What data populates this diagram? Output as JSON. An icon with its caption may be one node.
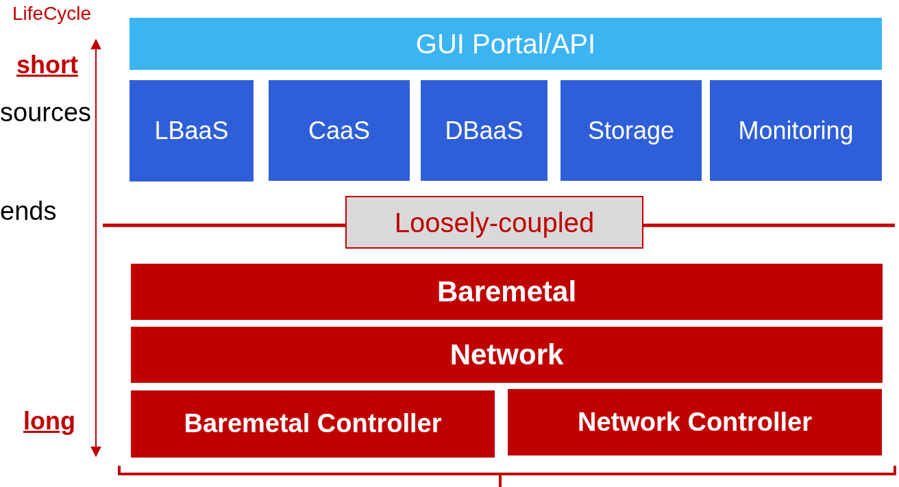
{
  "diagram": {
    "nodes": [
      {
        "text": [
          "GUI Portal/API"
        ]
      },
      {
        "text": [
          "LBaaS"
        ]
      },
      {
        "text": [
          "CaaS"
        ]
      },
      {
        "text": [
          "DBaaS"
        ]
      },
      {
        "text": [
          "Storage"
        ]
      },
      {
        "text": [
          "Monitoring"
        ]
      },
      {
        "text": [
          "Loosely-coupled"
        ]
      },
      {
        "text": [
          "Baremetal"
        ]
      },
      {
        "text": [
          "Network"
        ]
      },
      {
        "text": [
          "Baremetal Controller"
        ]
      },
      {
        "text": [
          "Network Controller"
        ]
      }
    ],
    "labels": [
      "LifeCycle",
      "short",
      "sources",
      "ends",
      "long"
    ]
  }
}
